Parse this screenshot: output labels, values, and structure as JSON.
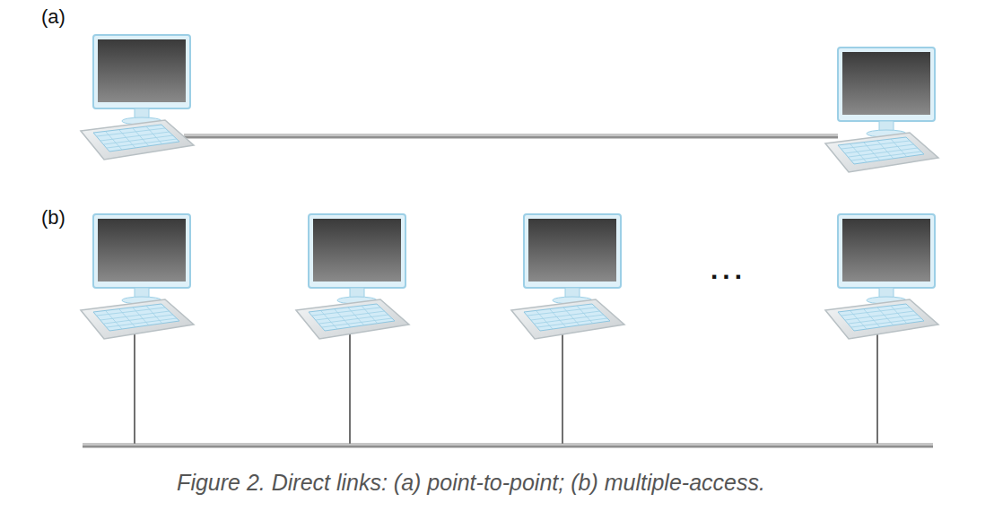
{
  "diagram": {
    "caption": "Figure 2. Direct links: (a) point-to-point; (b) multiple-access.",
    "labels": [
      "(a)",
      "(b)",
      "..."
    ]
  }
}
